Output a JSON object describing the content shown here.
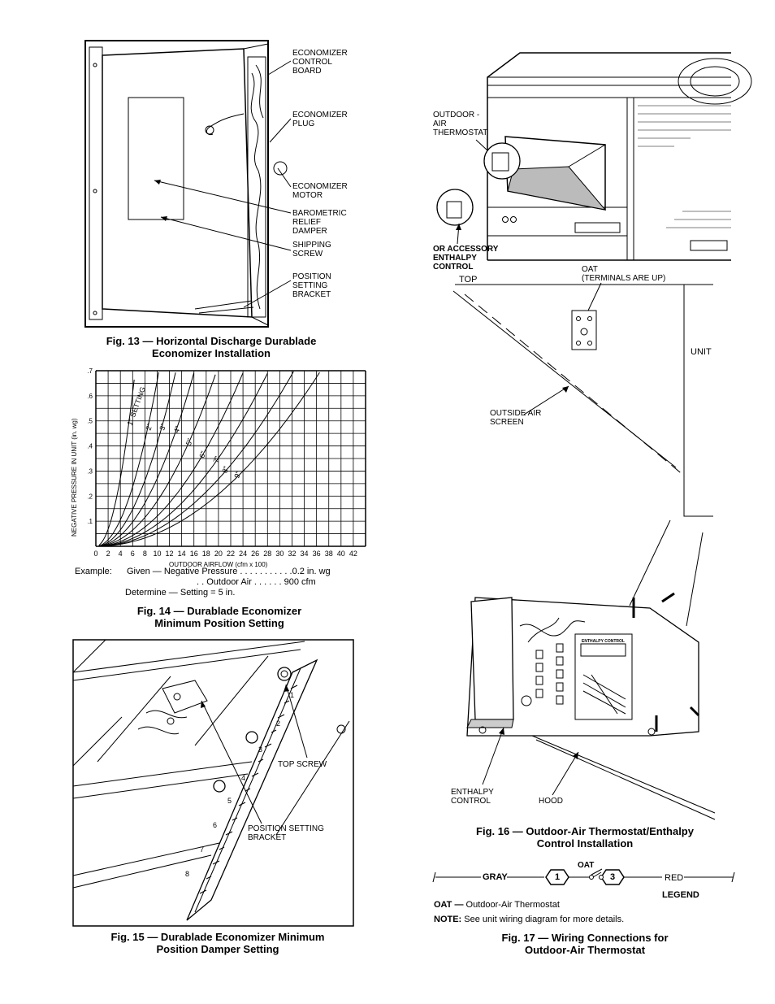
{
  "fig13": {
    "labels": {
      "control_board": [
        "ECONOMIZER",
        "CONTROL",
        "BOARD"
      ],
      "plug": [
        "ECONOMIZER",
        "PLUG"
      ],
      "motor": [
        "ECONOMIZER",
        "MOTOR"
      ],
      "damper": [
        "BAROMETRIC",
        "RELIEF",
        "DAMPER"
      ],
      "shipping_screw": [
        "SHIPPING",
        "SCREW"
      ],
      "bracket": [
        "POSITION",
        "SETTING",
        "BRACKET"
      ]
    },
    "caption": [
      "Fig. 13 — Horizontal Discharge Durablade",
      "Economizer Installation"
    ]
  },
  "fig14": {
    "chart_data": {
      "type": "line",
      "xlabel": "OUTDOOR AIRFLOW (cfm x 100)",
      "ylabel": "NEGATIVE PRESSURE IN UNIT (in. wg)",
      "x_ticks": [
        "0",
        "2",
        "4",
        "6",
        "8",
        "10",
        "12",
        "14",
        "16",
        "18",
        "20",
        "22",
        "24",
        "26",
        "28",
        "30",
        "32",
        "34",
        "36",
        "38",
        "40",
        "42"
      ],
      "y_ticks": [
        ".1",
        ".2",
        ".3",
        ".4",
        ".5",
        ".6",
        ".7"
      ],
      "xlim": [
        0,
        44
      ],
      "ylim": [
        0,
        0.7
      ],
      "grid": true,
      "curve_labels": [
        "1\" SETTING",
        "2\"",
        "3\"",
        "4\"",
        "5\"",
        "6\"",
        "7\"",
        "8\"",
        "9\""
      ],
      "curve_k": [
        0.017,
        0.0066,
        0.0041,
        0.0027,
        0.0018,
        0.0012,
        0.00088,
        0.00067,
        0.00052
      ]
    },
    "example": {
      "prefix": "Example:",
      "given": "Given — Negative Pressure . . . . . . . . . . .0.2 in. wg",
      "outdoor": ". . Outdoor Air . . . . . . 900 cfm",
      "determine": "Determine — Setting = 5 in."
    },
    "caption": [
      "Fig. 14 — Durablade Economizer",
      "Minimum Position Setting"
    ]
  },
  "fig15": {
    "labels": {
      "top_screw": "TOP SCREW",
      "bracket": [
        "POSITION SETTING",
        "BRACKET"
      ]
    },
    "scale_numbers": [
      "1",
      "2",
      "3",
      "4",
      "5",
      "6",
      "7",
      "8"
    ],
    "caption": [
      "Fig. 15 — Durablade Economizer Minimum",
      "Position Damper Setting"
    ]
  },
  "fig16": {
    "labels": {
      "oat_thermostat": [
        "OUTDOOR -",
        "AIR",
        "THERMOSTAT"
      ],
      "enthalpy_accessory": [
        "OR ACCESSORY",
        "ENTHALPY",
        "CONTROL"
      ],
      "oat_terminals": [
        "OAT",
        "(TERMINALS ARE UP)"
      ],
      "top": "TOP",
      "unit": "UNIT",
      "outside_screen": [
        "OUTSIDE AIR",
        "SCREEN"
      ],
      "enthalpy_control": [
        "ENTHALPY",
        "CONTROL"
      ],
      "hood": "HOOD",
      "board_title": "ENTHALPY CONTROL"
    },
    "caption": [
      "Fig. 16 — Outdoor-Air Thermostat/Enthalpy",
      "Control Installation"
    ]
  },
  "fig17": {
    "wire_left": "GRAY",
    "wire_right": "RED",
    "term1": "1",
    "term3": "3",
    "oat": "OAT",
    "legend_title": "LEGEND",
    "legend_term": "OAT —",
    "legend_def": "Outdoor-Air Thermostat",
    "note_term": "NOTE:",
    "note_def": "See unit wiring diagram for more details.",
    "caption": [
      "Fig. 17 — Wiring Connections for",
      "Outdoor-Air Thermostat"
    ]
  }
}
